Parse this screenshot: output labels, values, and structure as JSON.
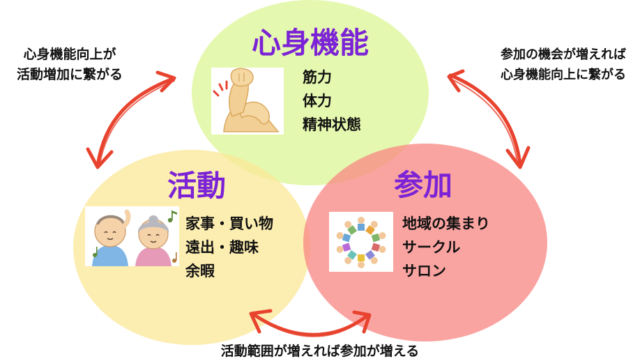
{
  "circles": {
    "shinshin": {
      "title": "心身機能",
      "items": [
        "筋力",
        "体力",
        "精神状態"
      ],
      "color": "#e2f7a6"
    },
    "katsudo": {
      "title": "活動",
      "items": [
        "家事・買い物",
        "遠出・趣味",
        "余暇"
      ],
      "color": "#fbe89a"
    },
    "sanka": {
      "title": "参加",
      "items": [
        "地域の集まり",
        "サークル",
        "サロン"
      ],
      "color": "#f88a86"
    }
  },
  "captions": {
    "top_left": [
      "心身機能向上が",
      "活動増加に繋がる"
    ],
    "top_right": [
      "参加の機会が増えれば",
      "心身機能向上に繋がる"
    ],
    "bottom": "活動範囲が増えれば参加が増える"
  },
  "colors": {
    "title": "#7b22d6",
    "arrow": "#e8432f",
    "text": "#111111"
  },
  "icons": {
    "shinshin": "flexed-arm-icon",
    "katsudo": "elderly-couple-icon",
    "sanka": "community-circle-icon"
  }
}
